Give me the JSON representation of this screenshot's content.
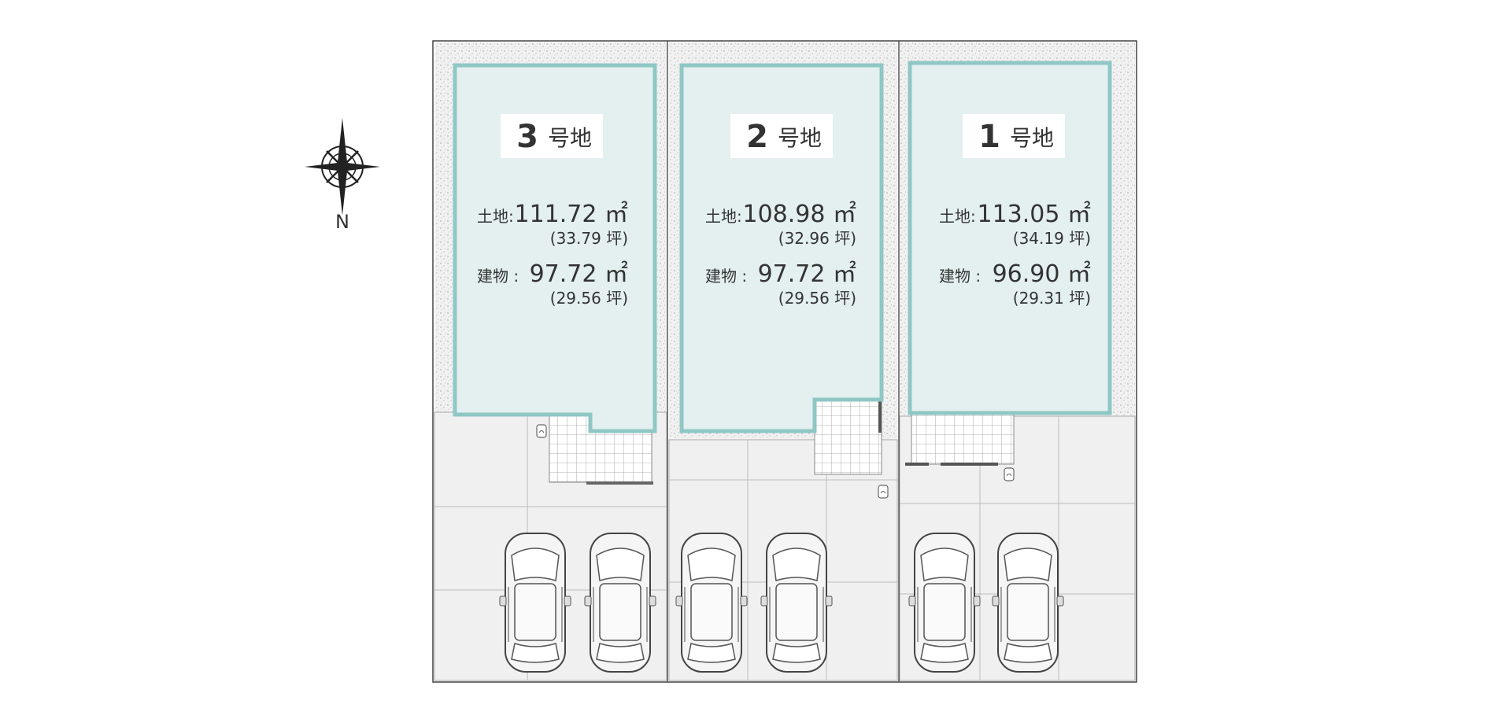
{
  "compass": {
    "north_label": "N"
  },
  "lots": [
    {
      "name": "3",
      "suffix": "号地",
      "land_label": "土地:",
      "land_area": "111.72 ㎡",
      "land_tsubo": "(33.79 坪)",
      "building_label": "建物 :",
      "building_area": "97.72 ㎡",
      "building_tsubo": "(29.56 坪)"
    },
    {
      "name": "2",
      "suffix": "号地",
      "land_label": "土地:",
      "land_area": "108.98 ㎡",
      "land_tsubo": "(32.96 坪)",
      "building_label": "建物 :",
      "building_area": "97.72 ㎡",
      "building_tsubo": "(29.56 坪)"
    },
    {
      "name": "1",
      "suffix": "号地",
      "land_label": "土地:",
      "land_area": "113.05 ㎡",
      "land_tsubo": "(34.19 坪)",
      "building_label": "建物 :",
      "building_area": "96.90 ㎡",
      "building_tsubo": "(29.31 坪)"
    }
  ],
  "colors": {
    "building_fill": "#e3f0ef",
    "building_border": "#8fc7c5",
    "gravel": "#eeeeee",
    "paving": "#f0f0f0",
    "lines": "#bbbbbb"
  }
}
